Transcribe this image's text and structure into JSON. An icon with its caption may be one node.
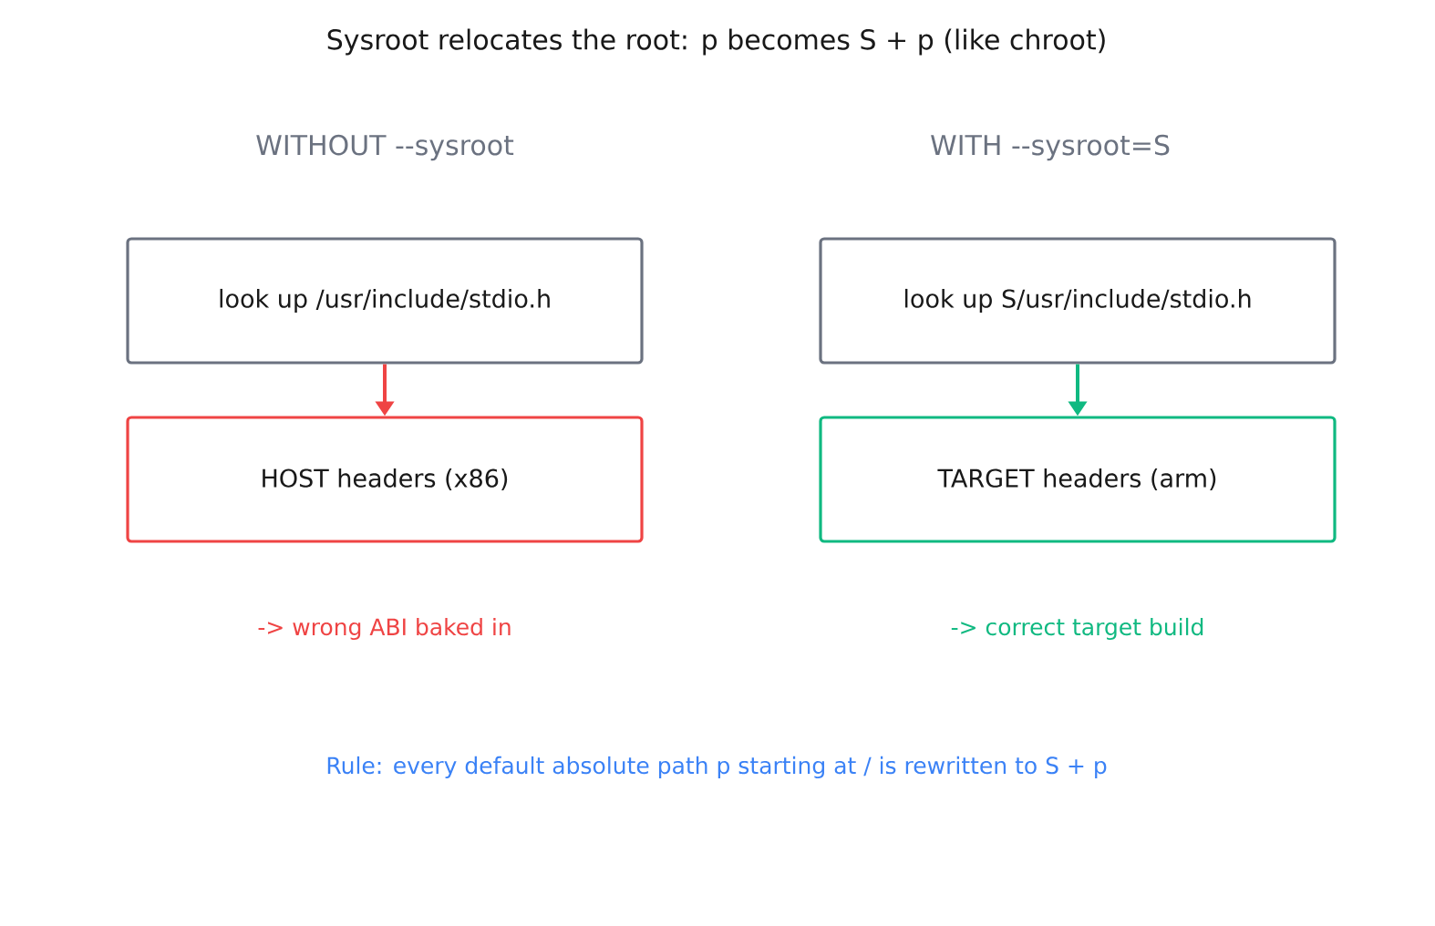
{
  "diagram": {
    "title": "Sysroot relocates the root: p becomes S + p (like chroot)",
    "nodes": [
      {
        "text": [
          "look up /usr/include/stdio.h"
        ]
      },
      {
        "text": [
          "HOST headers (x86)"
        ]
      },
      {
        "text": [
          "look up S/usr/include/stdio.h"
        ]
      },
      {
        "text": [
          "TARGET headers (arm)"
        ]
      }
    ],
    "edges": [
      {
        "from": 0,
        "to": 1,
        "arrow": "to",
        "color": "#ef4444"
      },
      {
        "from": 2,
        "to": 3,
        "arrow": "to",
        "color": "#10b981"
      }
    ],
    "labels": [
      "WITHOUT --sysroot",
      "WITH --sysroot=S",
      "-> wrong ABI baked in",
      "-> correct target build",
      "Rule: every default absolute path p starting at / is rewritten to S + p"
    ]
  }
}
